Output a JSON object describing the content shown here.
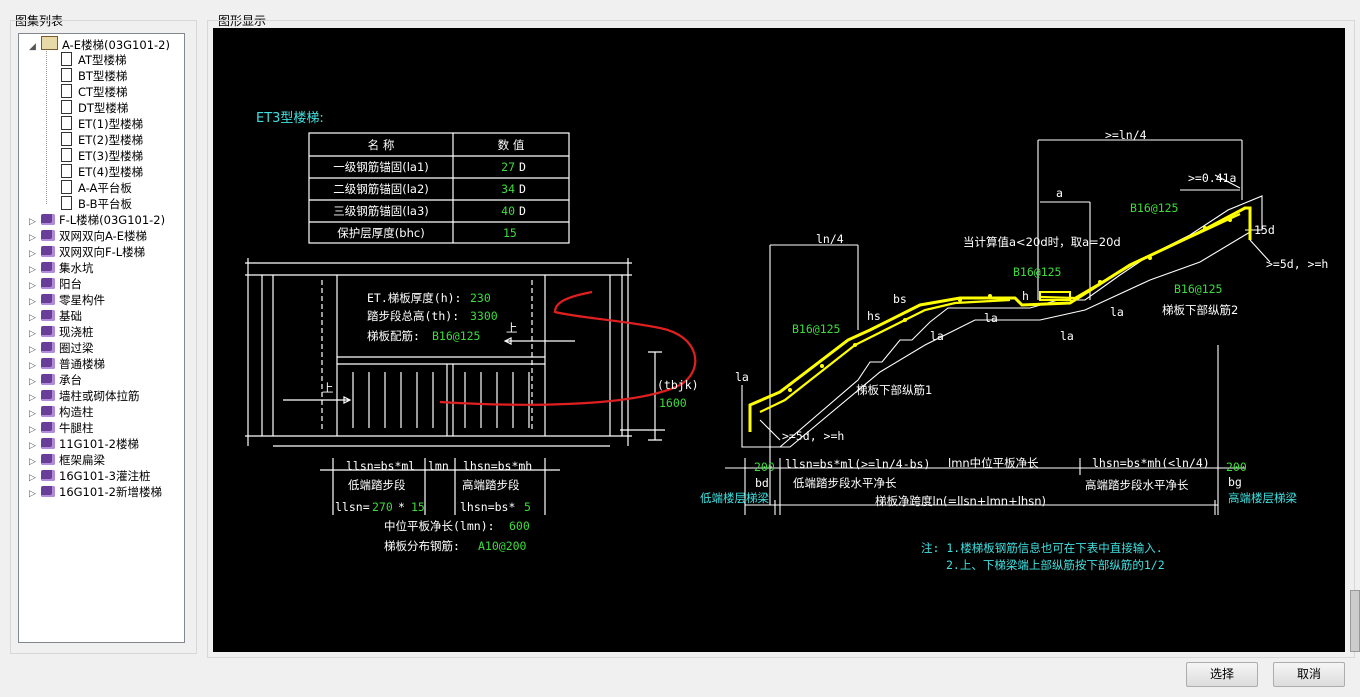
{
  "labels": {
    "catalog": "图集列表",
    "display": "图形显示"
  },
  "tree": {
    "root": "A-E楼梯(03G101-2)",
    "children": [
      "AT型楼梯",
      "BT型楼梯",
      "CT型楼梯",
      "DT型楼梯",
      "ET(1)型楼梯",
      "ET(2)型楼梯",
      "ET(3)型楼梯",
      "ET(4)型楼梯",
      "A-A平台板",
      "B-B平台板"
    ],
    "others": [
      "F-L楼梯(03G101-2)",
      "双网双向A-E楼梯",
      "双网双向F-L楼梯",
      "集水坑",
      "阳台",
      "零星构件",
      "基础",
      "现浇桩",
      "圈过梁",
      "普通楼梯",
      "承台",
      "墙柱或砌体拉筋",
      "构造柱",
      "牛腿柱",
      "11G101-2楼梯",
      "框架扁梁",
      "16G101-3灌注桩",
      "16G101-2新增楼梯"
    ]
  },
  "drawing": {
    "title": "ET3型楼梯:",
    "table": {
      "headers": [
        "名  称",
        "数  值"
      ],
      "rows": [
        {
          "name": "一级钢筋锚固(la1)",
          "value": "27",
          "unit": "D"
        },
        {
          "name": "二级钢筋锚固(la2)",
          "value": "34",
          "unit": "D"
        },
        {
          "name": "三级钢筋锚固(la3)",
          "value": "40",
          "unit": "D"
        },
        {
          "name": "保护层厚度(bhc)",
          "value": "15",
          "unit": ""
        }
      ]
    },
    "plan": {
      "thick_label": "ET.梯板厚度(h):",
      "thick_val": "230",
      "height_label": "踏步段总高(th):",
      "height_val": "3300",
      "rebar_label": "梯板配筋:",
      "rebar_val": "B16@125",
      "up1": "上",
      "up2": "上",
      "tbjk": "(tbjk)",
      "tbjk_val": "1600",
      "llsn": "llsn=bs*ml",
      "lmn": "lmn",
      "lhsn": "lhsn=bs*mh",
      "low_seg": "低端踏步段",
      "high_seg": "高端踏步段",
      "llsn_eq": "llsn=",
      "llsn_a": "270",
      "llsn_star": "*",
      "llsn_b": "15",
      "lhsn_eq": "lhsn=bs*",
      "lhsn_b": "5",
      "mid_label": "中位平板净长(lmn):",
      "mid_val": "600",
      "dist_label": "梯板分布钢筋:",
      "dist_val": "A10@200"
    },
    "section": {
      "ln4_top": ">=ln/4",
      "a": "a",
      "c041": ">=0.41a",
      "b16_1": "B16@125",
      "b16_2": "B16@125",
      "b16_3": "B16@125",
      "b16_4": "B16@125",
      "note_a": "当计算值a<20d时，取a=20d",
      "d15": "15d",
      "d5r": ">=5d, >=h",
      "d5l": ">=5d, >=h",
      "ln4": "ln/4",
      "bs": "bs",
      "hs": "hs",
      "h": "h",
      "la": "la",
      "lower_rebar1": "梯板下部纵筋1",
      "lower_rebar2": "梯板下部纵筋2",
      "v200a": "200",
      "v200b": "200",
      "bd": "bd",
      "bg": "bg",
      "dim_llsn": "llsn=bs*ml(>=ln/4-bs)",
      "dim_lmn": "lmn中位平板净长",
      "dim_lhsn": "lhsn=bs*mh(<ln/4)",
      "low_beam": "低端楼层梯梁",
      "high_beam": "高端楼层梯梁",
      "low_horiz": "低端踏步段水平净长",
      "high_horiz": "高端踏步段水平净长",
      "span": "梯板净跨度ln(=llsn+lmn+lhsn)",
      "note1": "注: 1.楼梯板钢筋信息也可在下表中直接输入.",
      "note2": "2.上、下梯梁端上部纵筋按下部纵筋的1/2"
    }
  },
  "buttons": {
    "select": "选择",
    "cancel": "取消"
  }
}
